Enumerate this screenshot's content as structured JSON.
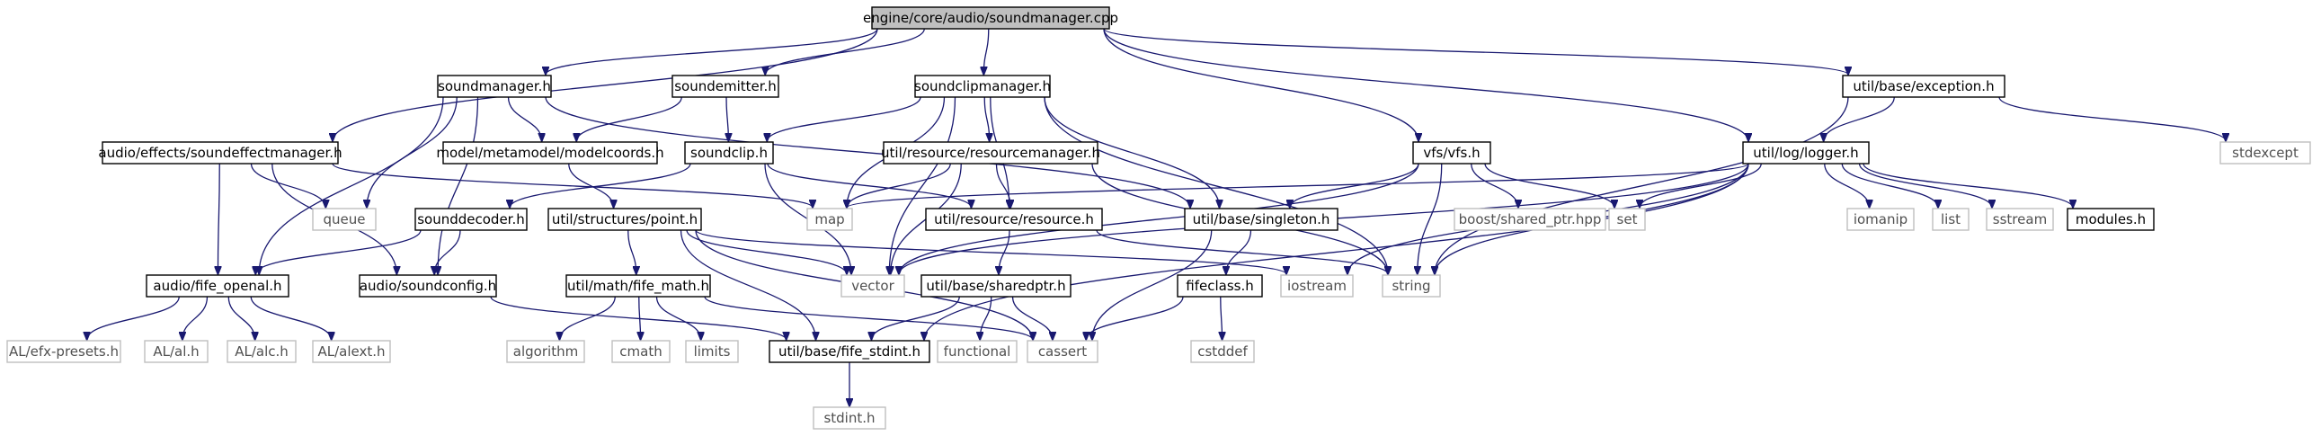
{
  "diagram": {
    "root": "engine/core/audio/soundmanager.cpp",
    "nodes": [
      {
        "id": "root",
        "label": "engine/core/audio/soundmanager.cpp",
        "kind": "root"
      },
      {
        "id": "soundmanager_h",
        "label": "soundmanager.h",
        "kind": "file"
      },
      {
        "id": "soundemitter_h",
        "label": "soundemitter.h",
        "kind": "file"
      },
      {
        "id": "soundclipmanager_h",
        "label": "soundclipmanager.h",
        "kind": "file"
      },
      {
        "id": "exception_h",
        "label": "util/base/exception.h",
        "kind": "file"
      },
      {
        "id": "soundeffectmanager_h",
        "label": "audio/effects/soundeffectmanager.h",
        "kind": "file"
      },
      {
        "id": "modelcoords_h",
        "label": "model/metamodel/modelcoords.h",
        "kind": "file"
      },
      {
        "id": "soundclip_h",
        "label": "soundclip.h",
        "kind": "file"
      },
      {
        "id": "resourcemanager_h",
        "label": "util/resource/resourcemanager.h",
        "kind": "file"
      },
      {
        "id": "vfs_h",
        "label": "vfs/vfs.h",
        "kind": "file"
      },
      {
        "id": "logger_h",
        "label": "util/log/logger.h",
        "kind": "file"
      },
      {
        "id": "stdexcept",
        "label": "stdexcept",
        "kind": "ext"
      },
      {
        "id": "queue",
        "label": "queue",
        "kind": "ext"
      },
      {
        "id": "map",
        "label": "map",
        "kind": "ext"
      },
      {
        "id": "sounddecoder_h",
        "label": "sounddecoder.h",
        "kind": "file"
      },
      {
        "id": "point_h",
        "label": "util/structures/point.h",
        "kind": "file"
      },
      {
        "id": "resource_h",
        "label": "util/resource/resource.h",
        "kind": "file"
      },
      {
        "id": "singleton_h",
        "label": "util/base/singleton.h",
        "kind": "file"
      },
      {
        "id": "shared_ptr_hpp",
        "label": "boost/shared_ptr.hpp",
        "kind": "ext"
      },
      {
        "id": "set",
        "label": "set",
        "kind": "ext"
      },
      {
        "id": "iomanip",
        "label": "iomanip",
        "kind": "ext"
      },
      {
        "id": "list",
        "label": "list",
        "kind": "ext"
      },
      {
        "id": "sstream",
        "label": "sstream",
        "kind": "ext"
      },
      {
        "id": "modules_h",
        "label": "modules.h",
        "kind": "file"
      },
      {
        "id": "fife_openal_h",
        "label": "audio/fife_openal.h",
        "kind": "file"
      },
      {
        "id": "soundconfig_h",
        "label": "audio/soundconfig.h",
        "kind": "file"
      },
      {
        "id": "fife_math_h",
        "label": "util/math/fife_math.h",
        "kind": "file"
      },
      {
        "id": "vector",
        "label": "vector",
        "kind": "ext"
      },
      {
        "id": "sharedptr_h",
        "label": "util/base/sharedptr.h",
        "kind": "file"
      },
      {
        "id": "fifeclass_h",
        "label": "fifeclass.h",
        "kind": "file"
      },
      {
        "id": "iostream",
        "label": "iostream",
        "kind": "ext"
      },
      {
        "id": "string",
        "label": "string",
        "kind": "ext"
      },
      {
        "id": "efx_presets_h",
        "label": "AL/efx-presets.h",
        "kind": "ext"
      },
      {
        "id": "al_h",
        "label": "AL/al.h",
        "kind": "ext"
      },
      {
        "id": "alc_h",
        "label": "AL/alc.h",
        "kind": "ext"
      },
      {
        "id": "alext_h",
        "label": "AL/alext.h",
        "kind": "ext"
      },
      {
        "id": "algorithm",
        "label": "algorithm",
        "kind": "ext"
      },
      {
        "id": "cmath",
        "label": "cmath",
        "kind": "ext"
      },
      {
        "id": "limits",
        "label": "limits",
        "kind": "ext"
      },
      {
        "id": "fife_stdint_h",
        "label": "util/base/fife_stdint.h",
        "kind": "file"
      },
      {
        "id": "functional",
        "label": "functional",
        "kind": "ext"
      },
      {
        "id": "cassert",
        "label": "cassert",
        "kind": "ext"
      },
      {
        "id": "cstddef",
        "label": "cstddef",
        "kind": "ext"
      },
      {
        "id": "stdint_h",
        "label": "stdint.h",
        "kind": "ext"
      }
    ],
    "edges": [
      [
        "root",
        "soundmanager_h"
      ],
      [
        "root",
        "soundemitter_h"
      ],
      [
        "root",
        "soundclipmanager_h"
      ],
      [
        "root",
        "exception_h"
      ],
      [
        "root",
        "soundeffectmanager_h"
      ],
      [
        "root",
        "vfs_h"
      ],
      [
        "root",
        "logger_h"
      ],
      [
        "soundmanager_h",
        "fife_openal_h"
      ],
      [
        "soundmanager_h",
        "modelcoords_h"
      ],
      [
        "soundmanager_h",
        "queue"
      ],
      [
        "soundmanager_h",
        "soundconfig_h"
      ],
      [
        "soundmanager_h",
        "singleton_h"
      ],
      [
        "soundemitter_h",
        "modelcoords_h"
      ],
      [
        "soundemitter_h",
        "soundclip_h"
      ],
      [
        "soundclipmanager_h",
        "soundclip_h"
      ],
      [
        "soundclipmanager_h",
        "map"
      ],
      [
        "soundclipmanager_h",
        "vector"
      ],
      [
        "soundclipmanager_h",
        "resourcemanager_h"
      ],
      [
        "soundclipmanager_h",
        "resource_h"
      ],
      [
        "soundclipmanager_h",
        "singleton_h"
      ],
      [
        "soundclipmanager_h",
        "string"
      ],
      [
        "exception_h",
        "logger_h"
      ],
      [
        "exception_h",
        "stdexcept"
      ],
      [
        "exception_h",
        "string"
      ],
      [
        "soundeffectmanager_h",
        "queue"
      ],
      [
        "soundeffectmanager_h",
        "map"
      ],
      [
        "soundeffectmanager_h",
        "fife_openal_h"
      ],
      [
        "soundeffectmanager_h",
        "soundconfig_h"
      ],
      [
        "modelcoords_h",
        "point_h"
      ],
      [
        "soundclip_h",
        "sounddecoder_h"
      ],
      [
        "soundclip_h",
        "resource_h"
      ],
      [
        "soundclip_h",
        "vector"
      ],
      [
        "resourcemanager_h",
        "map"
      ],
      [
        "resourcemanager_h",
        "vector"
      ],
      [
        "resourcemanager_h",
        "resource_h"
      ],
      [
        "resourcemanager_h",
        "string"
      ],
      [
        "vfs_h",
        "set"
      ],
      [
        "vfs_h",
        "singleton_h"
      ],
      [
        "vfs_h",
        "shared_ptr_hpp"
      ],
      [
        "vfs_h",
        "string"
      ],
      [
        "vfs_h",
        "vector"
      ],
      [
        "logger_h",
        "map"
      ],
      [
        "logger_h",
        "set"
      ],
      [
        "logger_h",
        "iomanip"
      ],
      [
        "logger_h",
        "list"
      ],
      [
        "logger_h",
        "sstream"
      ],
      [
        "logger_h",
        "modules_h"
      ],
      [
        "logger_h",
        "string"
      ],
      [
        "logger_h",
        "vector"
      ],
      [
        "logger_h",
        "iostream"
      ],
      [
        "logger_h",
        "fife_stdint_h"
      ],
      [
        "sounddecoder_h",
        "fife_openal_h"
      ],
      [
        "sounddecoder_h",
        "soundconfig_h"
      ],
      [
        "point_h",
        "fife_math_h"
      ],
      [
        "point_h",
        "vector"
      ],
      [
        "point_h",
        "iostream"
      ],
      [
        "point_h",
        "cassert"
      ],
      [
        "point_h",
        "fife_stdint_h"
      ],
      [
        "resource_h",
        "sharedptr_h"
      ],
      [
        "resource_h",
        "string"
      ],
      [
        "singleton_h",
        "fifeclass_h"
      ],
      [
        "singleton_h",
        "cassert"
      ],
      [
        "fife_openal_h",
        "efx_presets_h"
      ],
      [
        "fife_openal_h",
        "al_h"
      ],
      [
        "fife_openal_h",
        "alc_h"
      ],
      [
        "fife_openal_h",
        "alext_h"
      ],
      [
        "soundconfig_h",
        "fife_stdint_h"
      ],
      [
        "fife_math_h",
        "algorithm"
      ],
      [
        "fife_math_h",
        "cmath"
      ],
      [
        "fife_math_h",
        "limits"
      ],
      [
        "fife_math_h",
        "cassert"
      ],
      [
        "sharedptr_h",
        "fife_stdint_h"
      ],
      [
        "sharedptr_h",
        "functional"
      ],
      [
        "sharedptr_h",
        "cassert"
      ],
      [
        "fifeclass_h",
        "cassert"
      ],
      [
        "fifeclass_h",
        "cstddef"
      ],
      [
        "fife_stdint_h",
        "stdint_h"
      ]
    ]
  }
}
